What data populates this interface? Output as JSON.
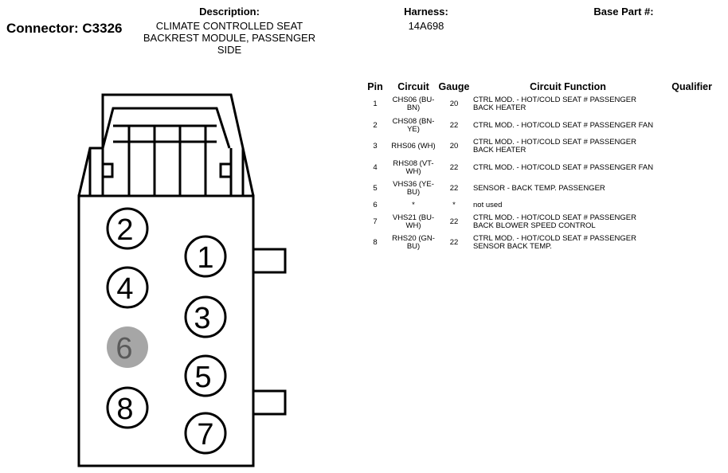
{
  "header": {
    "connector_title": "Connector: C3326",
    "description_label": "Description:",
    "description_line1": "CLIMATE CONTROLLED SEAT",
    "description_line2": "BACKREST MODULE, PASSENGER",
    "description_line3": "SIDE",
    "harness_label": "Harness:",
    "harness_value": "14A698",
    "base_part_label": "Base Part #:"
  },
  "table": {
    "headers": {
      "pin": "Pin",
      "circuit": "Circuit",
      "gauge": "Gauge",
      "function": "Circuit Function",
      "qualifier": "Qualifier"
    },
    "rows": [
      {
        "pin": "1",
        "circuit_a": "CHS06 (BU-",
        "circuit_b": "BN)",
        "gauge": "20",
        "function_a": "CTRL MOD. - HOT/COLD SEAT # PASSENGER",
        "function_b": "BACK HEATER"
      },
      {
        "pin": "2",
        "circuit_a": "CHS08 (BN-",
        "circuit_b": "YE)",
        "gauge": "22",
        "function_a": "CTRL MOD. - HOT/COLD SEAT # PASSENGER FAN",
        "function_b": ""
      },
      {
        "pin": "3",
        "circuit_a": "RHS06 (WH)",
        "circuit_b": "",
        "gauge": "20",
        "function_a": "CTRL MOD. - HOT/COLD SEAT # PASSENGER",
        "function_b": "BACK HEATER"
      },
      {
        "pin": "4",
        "circuit_a": "RHS08 (VT-",
        "circuit_b": "WH)",
        "gauge": "22",
        "function_a": "CTRL MOD. - HOT/COLD SEAT # PASSENGER FAN",
        "function_b": ""
      },
      {
        "pin": "5",
        "circuit_a": "VHS36 (YE-",
        "circuit_b": "BU)",
        "gauge": "22",
        "function_a": "SENSOR - BACK TEMP. PASSENGER",
        "function_b": ""
      },
      {
        "pin": "6",
        "circuit_a": "*",
        "circuit_b": "",
        "gauge": "*",
        "function_a": "not used",
        "function_b": ""
      },
      {
        "pin": "7",
        "circuit_a": "VHS21 (BU-",
        "circuit_b": "WH)",
        "gauge": "22",
        "function_a": "CTRL MOD. - HOT/COLD SEAT # PASSENGER",
        "function_b": "BACK BLOWER SPEED CONTROL"
      },
      {
        "pin": "8",
        "circuit_a": "RHS20 (GN-",
        "circuit_b": "BU)",
        "gauge": "22",
        "function_a": "CTRL MOD. - HOT/COLD SEAT # PASSENGER",
        "function_b": "SENSOR BACK TEMP."
      }
    ]
  },
  "diagram": {
    "pins": [
      {
        "label": "1",
        "used": true
      },
      {
        "label": "2",
        "used": true
      },
      {
        "label": "3",
        "used": true
      },
      {
        "label": "4",
        "used": true
      },
      {
        "label": "5",
        "used": true
      },
      {
        "label": "6",
        "used": false
      },
      {
        "label": "7",
        "used": true
      },
      {
        "label": "8",
        "used": true
      }
    ],
    "unused_pin_color": "#a6a6a6"
  }
}
